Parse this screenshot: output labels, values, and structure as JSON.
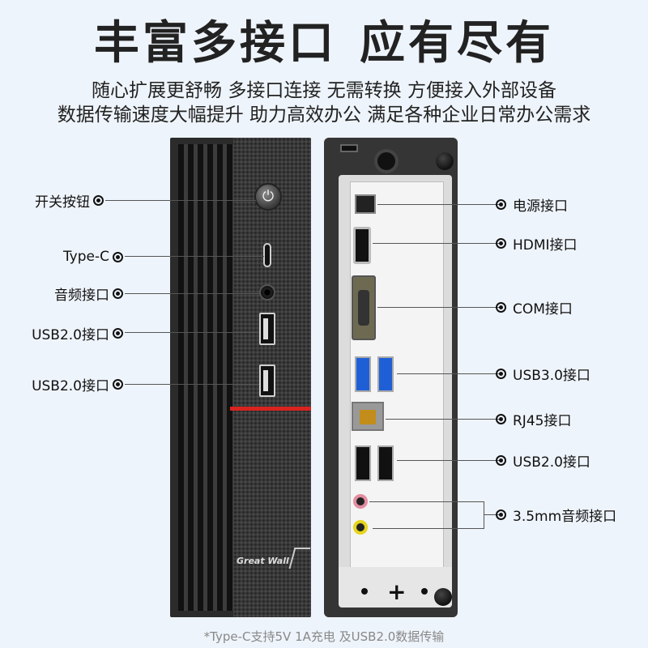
{
  "header": {
    "title_left": "丰富多接口",
    "title_right": "应有尽有",
    "subtitle_line1": "随心扩展更舒畅 多接口连接 无需转换 方便接入外部设备",
    "subtitle_line2": "数据传输速度大幅提升 助力高效办公 满足各种企业日常办公需求"
  },
  "front_labels": {
    "power": "开关按钮",
    "typec": "Type-C",
    "audio": "音频接口",
    "usb_a": "USB2.0接口",
    "usb_b": "USB2.0接口"
  },
  "rear_labels": {
    "power": "电源接口",
    "hdmi": "HDMI接口",
    "com": "COM接口",
    "usb3": "USB3.0接口",
    "rj45": "RJ45接口",
    "usb2": "USB2.0接口",
    "audio": "3.5mm音频接口"
  },
  "front_panel": {
    "brand": "Great Wall",
    "power_symbol": "⏻"
  },
  "rear_panel": {
    "plus_mark": "+"
  },
  "footnote": "*Type-C支持5V 1A充电 及USB2.0数据传输",
  "colors": {
    "background": "#eef4fb",
    "accent_red": "#d8241f",
    "usb3_blue": "#1f5fd6",
    "audio_pink": "#e38da0",
    "audio_yellow": "#e6d51c"
  }
}
